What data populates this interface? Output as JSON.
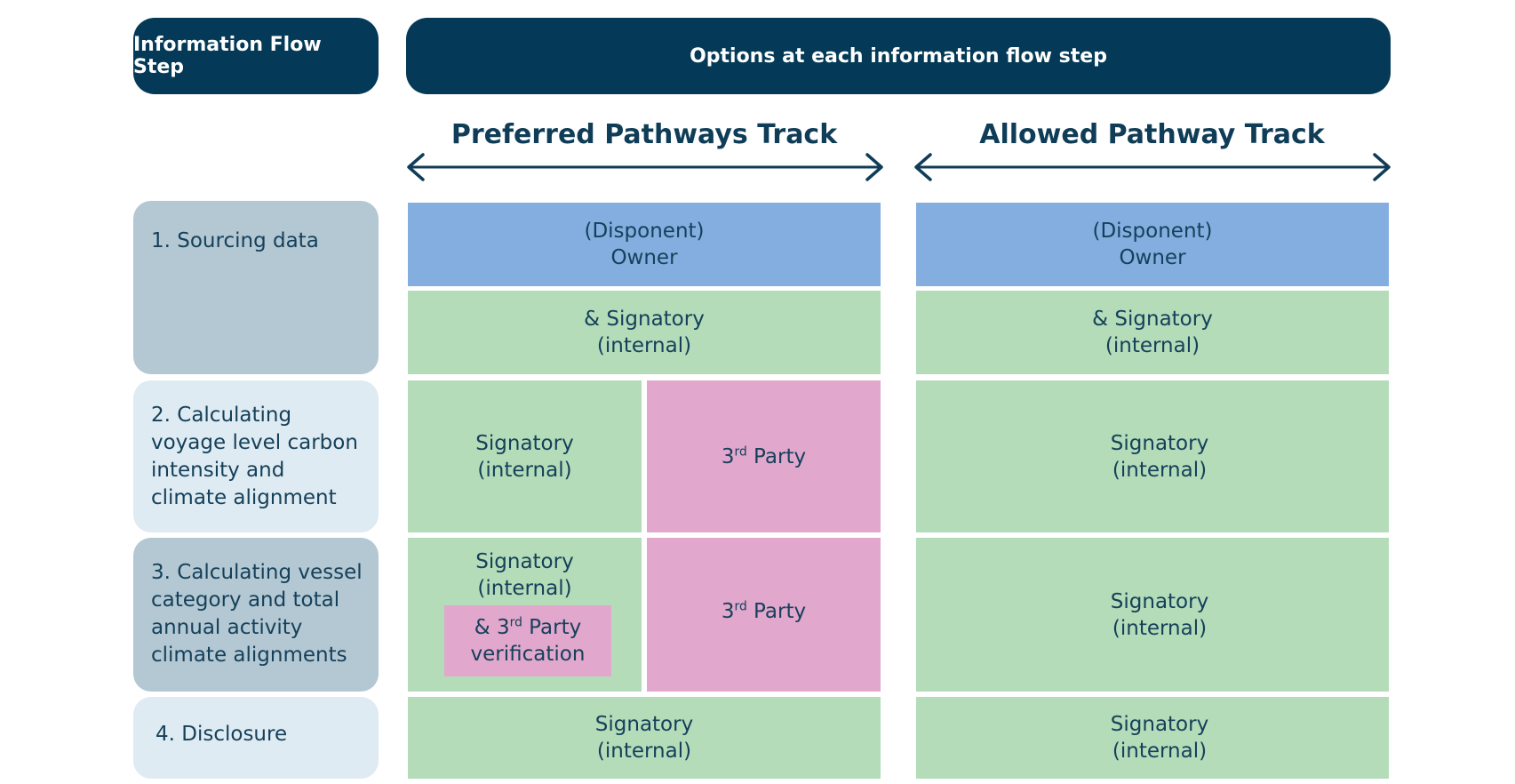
{
  "header": {
    "step_title": "Information Flow Step",
    "options_title": "Options at each information flow step"
  },
  "tracks": {
    "preferred": "Preferred Pathways Track",
    "allowed": "Allowed Pathway Track"
  },
  "steps": [
    "1. Sourcing data",
    "2. Calculating voyage level carbon intensity and climate alignment",
    "3. Calculating vessel category and total annual activity climate alignments",
    "4. Disclosure"
  ],
  "cells": {
    "owner_line1": "(Disponent)",
    "owner_line2": "Owner",
    "amp_signatory_line1": "& Signatory",
    "amp_signatory_line2": "(internal)",
    "signatory_line1": "Signatory",
    "signatory_line2": "(internal)",
    "third_party_prefix": "3",
    "third_party_sup": "rd",
    "third_party_suffix": " Party",
    "verification_prefix": "& 3",
    "verification_sup": "rd",
    "verification_suffix": " Party",
    "verification_line2": "verification"
  },
  "colors": {
    "header_bg": "#043a57",
    "owner": "#84aee0",
    "signatory": "#b4dcb9",
    "third_party": "#e1a7cd",
    "step_dark": "#b3c8d3",
    "step_light": "#deebf2"
  }
}
